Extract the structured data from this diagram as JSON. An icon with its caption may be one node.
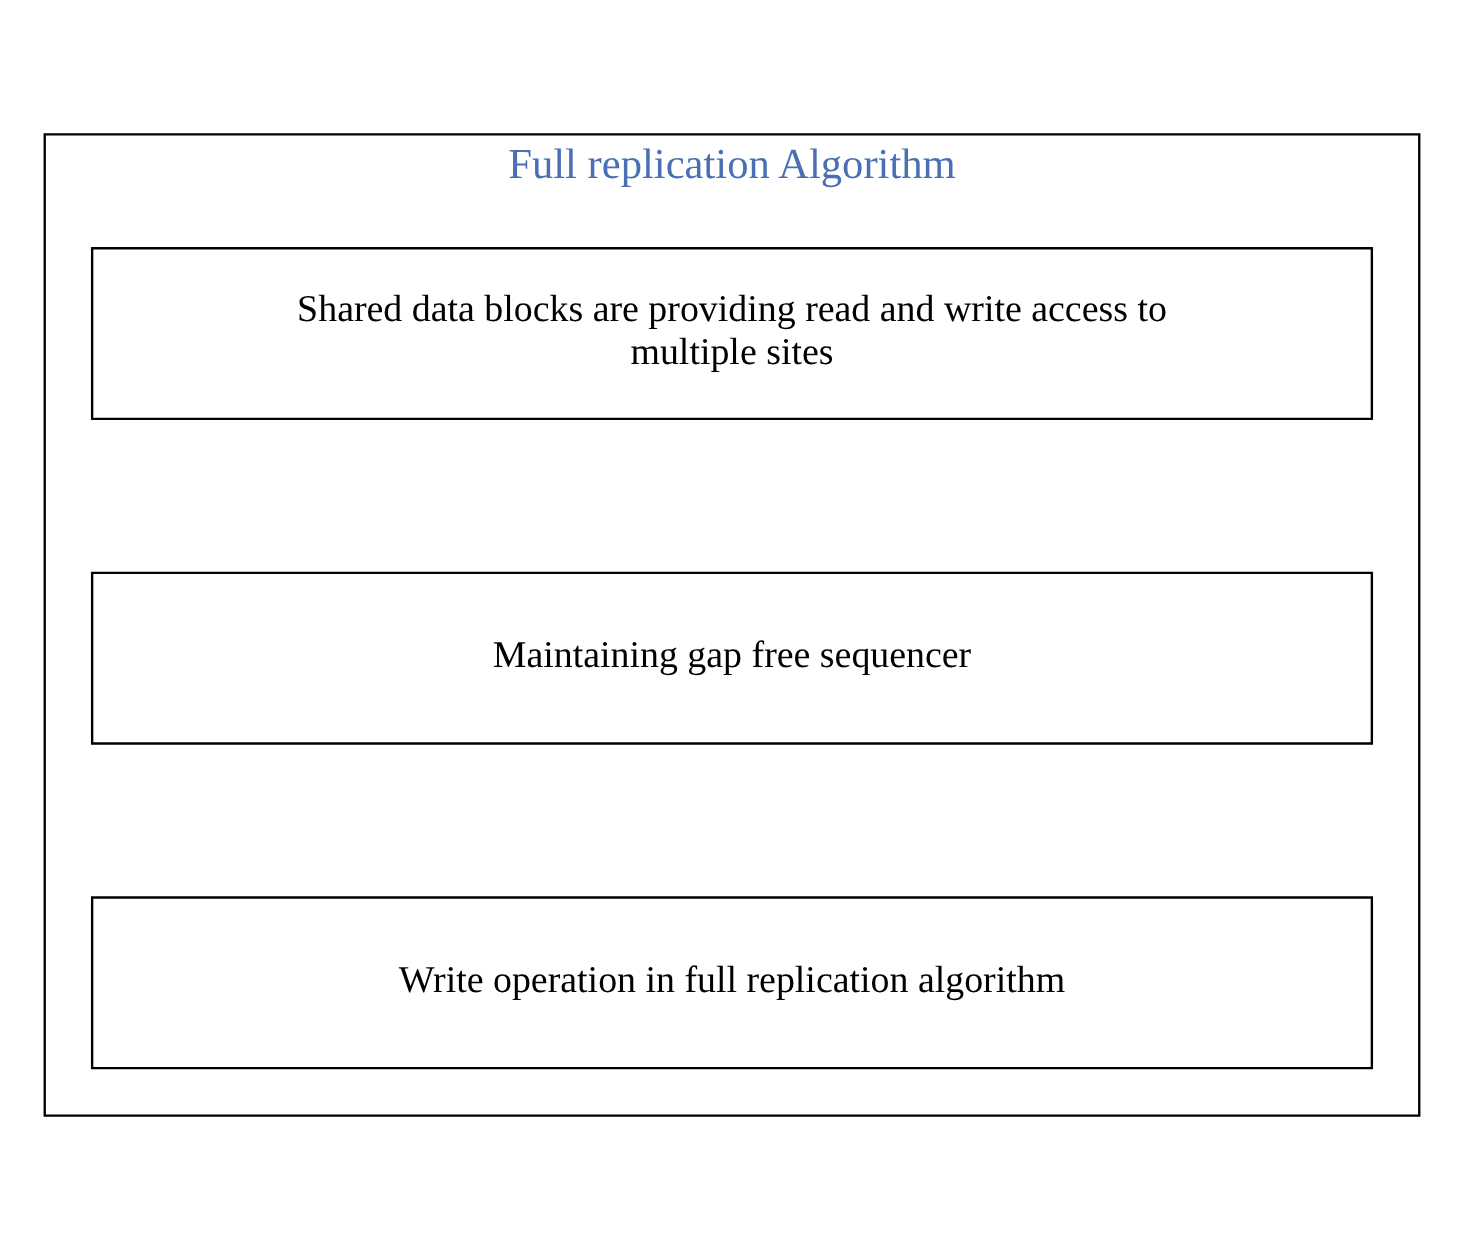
{
  "diagram": {
    "nodes": [
      {
        "text": [
          "Full replication Algorithm"
        ]
      },
      {
        "text": [
          "Shared data blocks are providing read and write access to multiple sites"
        ],
        "in": 0
      },
      {
        "text": [
          "Maintaining gap free sequencer"
        ],
        "in": 0
      },
      {
        "text": [
          "Write operation in full replication algorithm"
        ],
        "in": 0
      }
    ],
    "edges": []
  }
}
